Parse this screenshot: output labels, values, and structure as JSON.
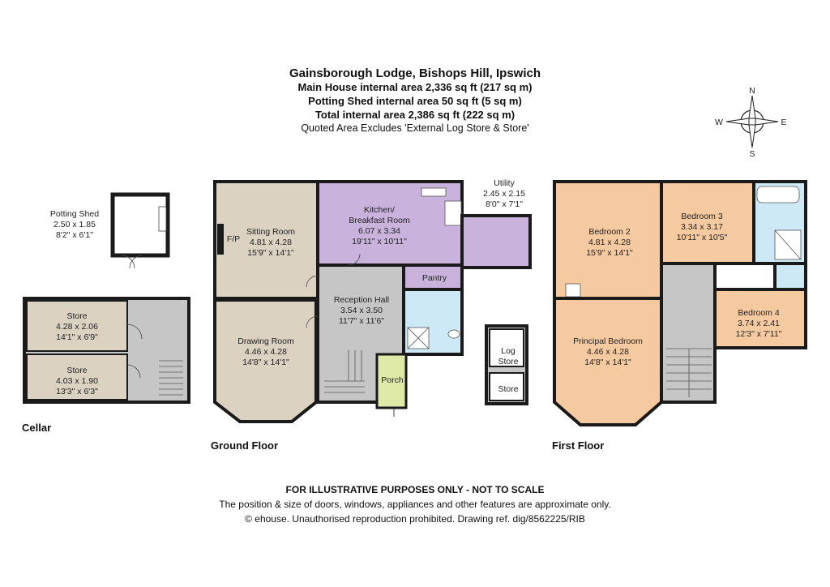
{
  "header": {
    "title": "Gainsborough Lodge, Bishops Hill, Ipswich",
    "main_house": "Main House internal area 2,336 sq ft (217 sq m)",
    "potting_shed": "Potting Shed internal area 50 sq ft (5 sq m)",
    "total": "Total internal area 2,386 sq ft (222 sq m)",
    "note": "Quoted Area Excludes 'External Log Store & Store'"
  },
  "compass": {
    "n": "N",
    "s": "S",
    "e": "E",
    "w": "W"
  },
  "floors": {
    "cellar": "Cellar",
    "ground": "Ground Floor",
    "first": "First Floor"
  },
  "rooms": {
    "potting_shed": [
      "Potting Shed",
      "2.50 x 1.85",
      "8'2\" x 6'1\""
    ],
    "store_upper": [
      "Store",
      "4.28 x 2.06",
      "14'1\" x 6'9\""
    ],
    "store_lower": [
      "Store",
      "4.03 x 1.90",
      "13'3\" x 6'3\""
    ],
    "sitting_room": [
      "Sitting Room",
      "4.81 x 4.28",
      "15'9\" x 14'1\""
    ],
    "fp": "F/P",
    "kitchen": [
      "Kitchen/",
      "Breakfast Room",
      "6.07 x 3.34",
      "19'11\" x 10'11\""
    ],
    "utility": [
      "Utility",
      "2.45 x 2.15",
      "8'0\" x 7'1\""
    ],
    "pantry": "Pantry",
    "reception_hall": [
      "Reception Hall",
      "3.54 x 3.50",
      "11'7\" x 11'6\""
    ],
    "drawing_room": [
      "Drawing Room",
      "4.46 x 4.28",
      "14'8\" x 14'1\""
    ],
    "porch": "Porch",
    "log_store": [
      "Log",
      "Store"
    ],
    "store_ext": "Store",
    "bedroom2": [
      "Bedroom 2",
      "4.81 x 4.28",
      "15'9\" x 14'1\""
    ],
    "bedroom3": [
      "Bedroom 3",
      "3.34 x 3.17",
      "10'11\" x 10'5\""
    ],
    "bedroom4": [
      "Bedroom 4",
      "3.74 x 2.41",
      "12'3\" x 7'11\""
    ],
    "principal_bedroom": [
      "Principal Bedroom",
      "4.46 x 4.28",
      "14'8\" x 14'1\""
    ]
  },
  "colors": {
    "beige": "#dcd2c2",
    "lilac": "#c9b2dc",
    "grey": "#c6c6c6",
    "blue": "#cde9f5",
    "orange": "#f6caa0",
    "green": "#dfeaa8",
    "wall": "#1a1a1a"
  },
  "footer": {
    "disclaimer": "FOR ILLUSTRATIVE PURPOSES ONLY - NOT TO SCALE",
    "line2": "The position & size of doors, windows, appliances and other features are approximate only.",
    "line3": "© ehouse. Unauthorised reproduction prohibited. Drawing ref. dig/8562225/RIB"
  }
}
